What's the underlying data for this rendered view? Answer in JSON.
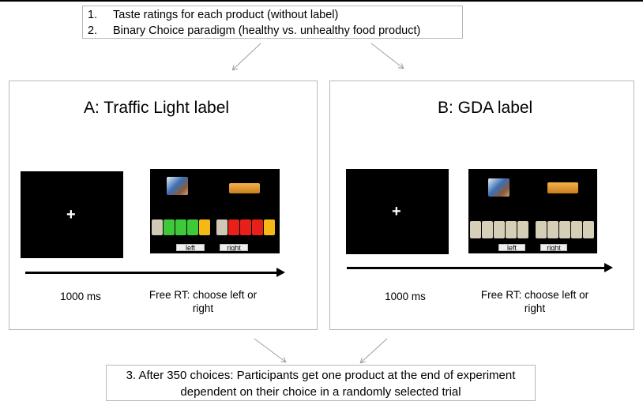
{
  "steps": [
    {
      "num": "1.",
      "text": "Taste ratings for each product (without label)"
    },
    {
      "num": "2.",
      "text": "Binary Choice paradigm (healthy vs. unhealthy food product)"
    }
  ],
  "panel_a": {
    "title": "A: Traffic Light label",
    "fixation": "+",
    "left_button": "left",
    "right_button": "right",
    "time_1": "1000 ms",
    "time_2": "Free RT: choose left or right"
  },
  "panel_b": {
    "title": "B: GDA label",
    "fixation": "+",
    "left_button": "left",
    "right_button": "right",
    "time_1": "1000 ms",
    "time_2": "Free RT: choose left or right"
  },
  "bottom_text": "3. After 350 choices: Participants get one product at the end of experiment dependent on their choice in a randomly selected trial",
  "colors": {
    "traffic_left": [
      "#cfc8b4",
      "#3fc93a",
      "#3fc93a",
      "#3fc93a",
      "#f5b915"
    ],
    "traffic_right": [
      "#cfc8b4",
      "#e8201a",
      "#e8201a",
      "#e8201a",
      "#f5b915"
    ],
    "gda": "#d6cfb8"
  }
}
